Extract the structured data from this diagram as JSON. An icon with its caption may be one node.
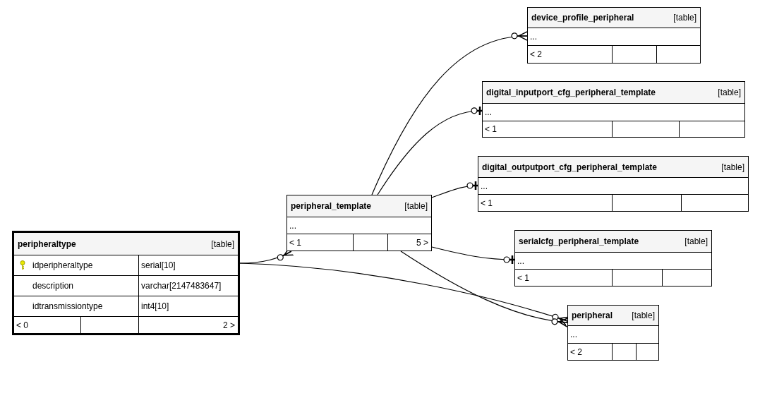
{
  "diagram": {
    "nodes": [
      {
        "text": [
          "device_profile_peripheral",
          "[table]",
          "...",
          "< 2"
        ]
      },
      {
        "text": [
          "digital_inputport_cfg_peripheral_template",
          "[table]",
          "...",
          "< 1"
        ]
      },
      {
        "text": [
          "digital_outputport_cfg_peripheral_template",
          "[table]",
          "...",
          "< 1"
        ]
      },
      {
        "text": [
          "peripheral_template",
          "[table]",
          "...",
          "< 1",
          "5 >"
        ]
      },
      {
        "text": [
          "peripheraltype",
          "[table]",
          "idperipheraltype",
          "serial[10]",
          "description",
          "varchar[2147483647]",
          "idtransmissiontype",
          "int4[10]",
          "< 0",
          "2 >"
        ]
      },
      {
        "text": [
          "serialcfg_peripheral_template",
          "[table]",
          "...",
          "< 1"
        ]
      },
      {
        "text": [
          "peripheral",
          "[table]",
          "...",
          "< 2"
        ]
      }
    ],
    "edges": [
      {
        "from": 4,
        "to": 3,
        "arrow": "other"
      },
      {
        "from": 4,
        "to": 6,
        "arrow": "other"
      },
      {
        "from": 3,
        "to": 0,
        "arrow": "other"
      },
      {
        "from": 3,
        "to": 1,
        "arrow": "other"
      },
      {
        "from": 3,
        "to": 2,
        "arrow": "other"
      },
      {
        "from": 3,
        "to": 5,
        "arrow": "other"
      },
      {
        "from": 3,
        "to": 6,
        "arrow": "other"
      }
    ]
  }
}
